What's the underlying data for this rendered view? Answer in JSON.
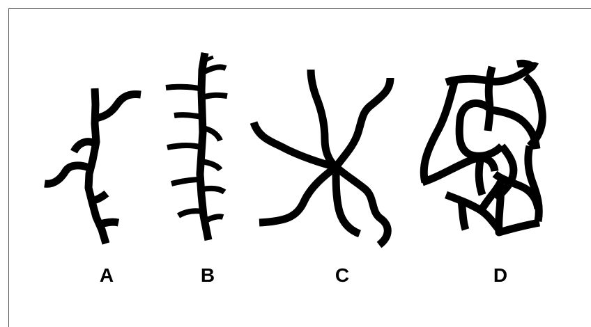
{
  "figure": {
    "panels": [
      {
        "id": "a",
        "label": "A"
      },
      {
        "id": "b",
        "label": "B"
      },
      {
        "id": "c",
        "label": "C"
      },
      {
        "id": "d",
        "label": "D"
      }
    ],
    "colors": {
      "stroke": "#000000",
      "background": "#ffffff",
      "frame": "#555555"
    }
  }
}
